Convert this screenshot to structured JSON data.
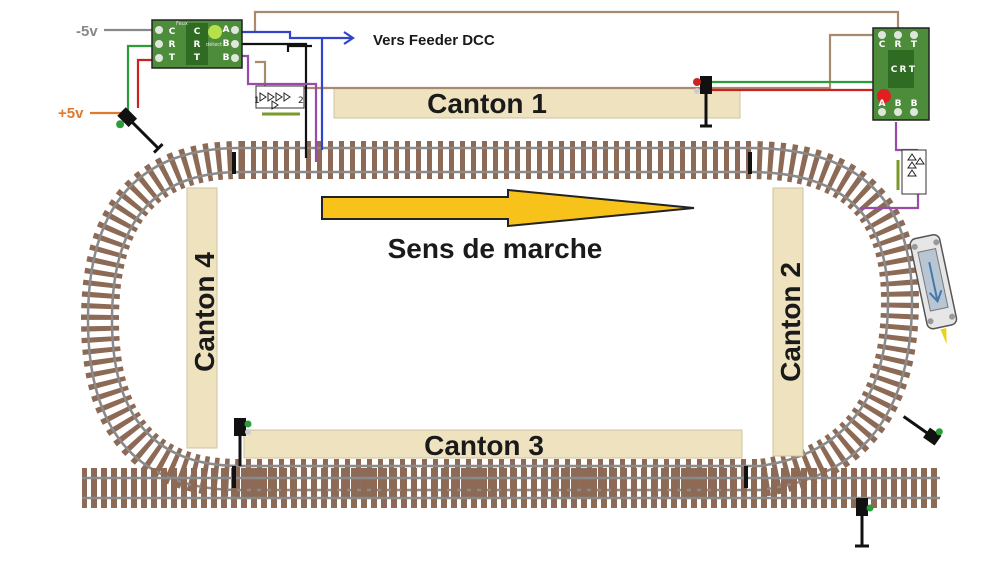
{
  "labels": {
    "minus_5v": "-5v",
    "plus_5v": "+5v",
    "feeder": "Vers Feeder DCC",
    "direction": "Sens de marche"
  },
  "cantons": [
    {
      "label": "Canton 1"
    },
    {
      "label": "Canton 2"
    },
    {
      "label": "Canton 3"
    },
    {
      "label": "Canton 4"
    }
  ],
  "module_left": {
    "pins_left": [
      "C",
      "R",
      "T"
    ],
    "pins_right": [
      "A",
      "B",
      "B"
    ],
    "middle": [
      "C",
      "R",
      "T"
    ],
    "text_small": [
      "Feux",
      "détect"
    ]
  },
  "module_right": {
    "pins_left": [
      "A",
      "B",
      "B"
    ],
    "pins_right": [
      "C",
      "R",
      "T"
    ],
    "middle": [
      "C",
      "R",
      "T"
    ]
  },
  "diode_labels": [
    "1",
    "2"
  ],
  "colors": {
    "canton_fill": "#efe2bf",
    "rail": "#8a8a8a",
    "sleeper": "#8d6a55",
    "arrow_fill": "#f7c21a",
    "arrow_stroke": "#222222",
    "module_green": "#4d8c3a",
    "wire_gray": "#888888",
    "wire_brown": "#a88a6f",
    "wire_blue": "#3344cc",
    "wire_black": "#111111",
    "wire_green": "#2a9d3a",
    "wire_red": "#cc2222",
    "wire_purple": "#9a4aa8",
    "wire_orange": "#e07a2a"
  }
}
